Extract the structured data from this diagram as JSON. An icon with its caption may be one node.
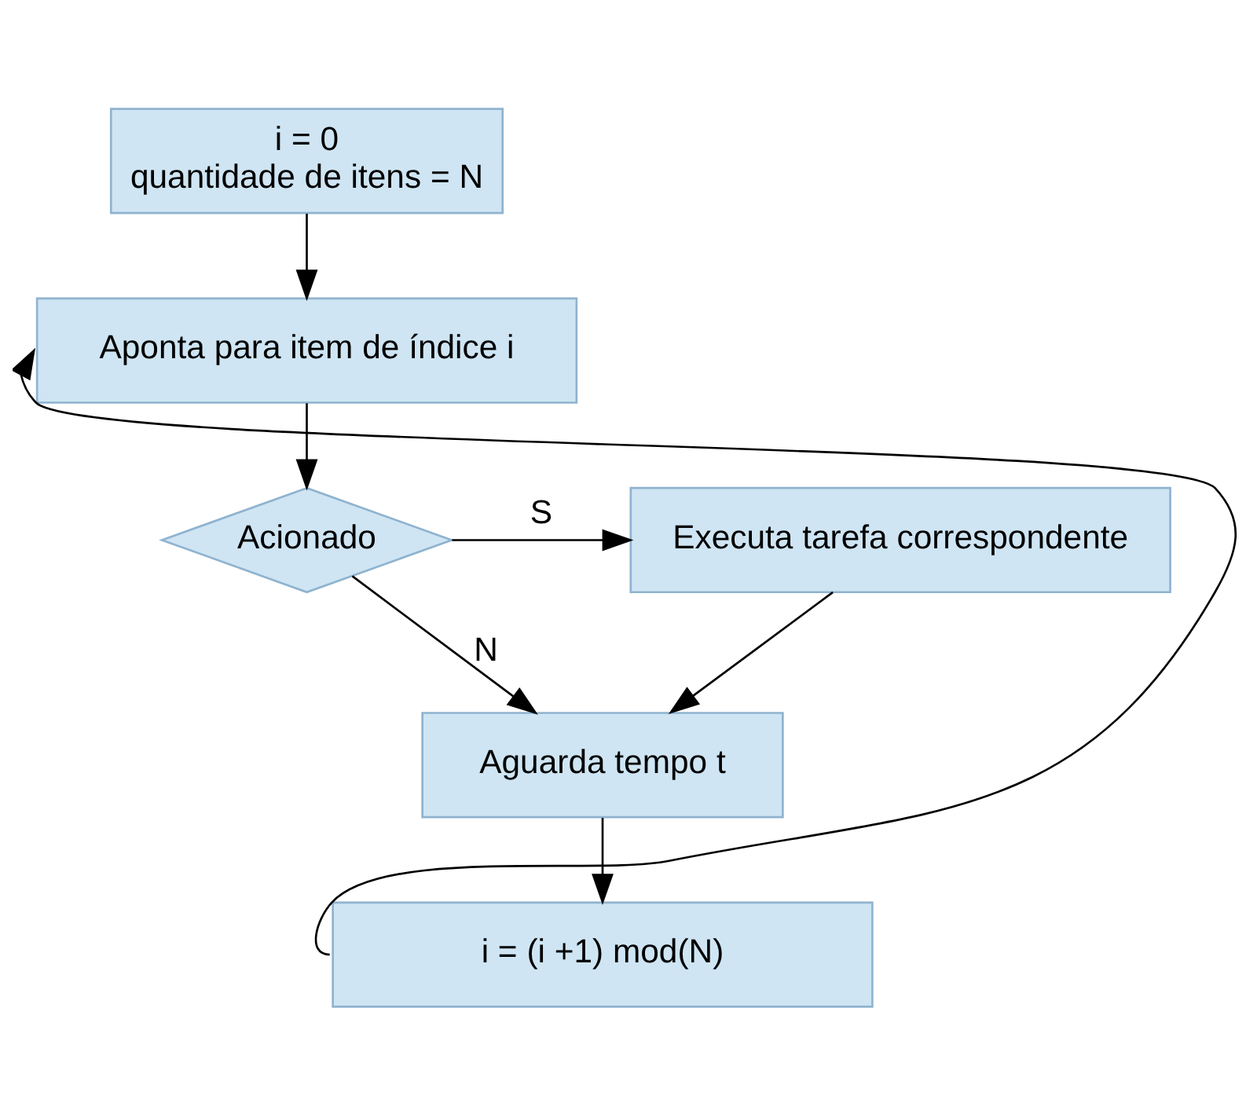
{
  "diagram": {
    "nodes": [
      {
        "text": [
          "i = 0",
          "quantidade de itens = N"
        ]
      },
      {
        "text": [
          "Aponta para item de índice i"
        ]
      },
      {
        "text": [
          "Acionado"
        ]
      },
      {
        "text": [
          "Executa tarefa correspondente"
        ]
      },
      {
        "text": [
          "Aguarda tempo t"
        ]
      },
      {
        "text": [
          "i = (i +1) mod(N)"
        ]
      }
    ],
    "edges": [
      {
        "from": 0,
        "to": 1,
        "arrow": "to"
      },
      {
        "from": 1,
        "to": 2,
        "arrow": "to"
      },
      {
        "from": 2,
        "to": 3,
        "arrow": "to",
        "label": "S"
      },
      {
        "from": 2,
        "to": 4,
        "arrow": "to",
        "label": "N"
      },
      {
        "from": 3,
        "to": 4,
        "arrow": "to"
      },
      {
        "from": 4,
        "to": 5,
        "arrow": "to"
      },
      {
        "from": 5,
        "to": 1,
        "arrow": "to"
      }
    ]
  }
}
